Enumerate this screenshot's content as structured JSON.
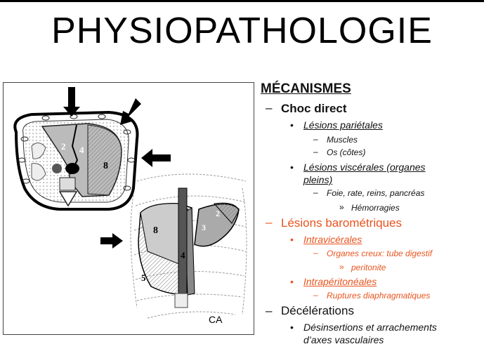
{
  "slide": {
    "title": "PHYSIOPATHOLOGIE",
    "figure": {
      "labels": [
        "2",
        "4",
        "8",
        "8",
        "3",
        "2",
        "4",
        "5"
      ],
      "signature": "CA"
    },
    "section_heading": "MÉCANISMES",
    "items": {
      "choc_direct": "Choc direct",
      "lesions_parietales": "Lésions pariétales",
      "muscles": "Muscles",
      "os": "Os (côtes)",
      "lesions_viscerales_1": "Lésions viscérales (organes",
      "lesions_viscerales_2": "pleins)",
      "foie": "Foie, rate, reins, pancréas",
      "hemorragies": "Hémorragies",
      "lesions_barometriques": "Lésions barométriques",
      "intravicerales": "Intravicérales",
      "organes_creux": "Organes creux: tube digestif",
      "peritonite": "peritonite",
      "intraperitoneales": "Intrapéritonéales",
      "ruptures": "Ruptures diaphragmatiques",
      "decelerations": "Décélérations",
      "desinsertions_1": "Désinsertions et arrachements",
      "desinsertions_2": "d’axes vasculaires"
    },
    "colors": {
      "accent": "#e8541f",
      "text": "#111111"
    }
  }
}
